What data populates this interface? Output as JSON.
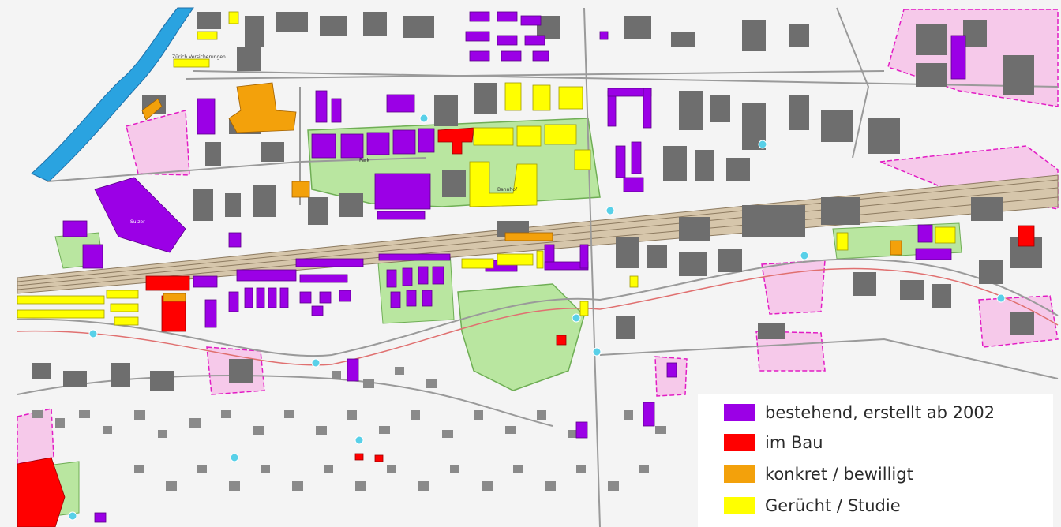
{
  "map": {
    "colors": {
      "river": "#2aa3e0",
      "purple": "#9b00e6",
      "red": "#ff0000",
      "orange": "#f3a10b",
      "yellow": "#ffff00",
      "green": "#b9e6a0",
      "pink": "#f6c9ea",
      "magenta": "#e21cc4",
      "grey": "#6e6e6e",
      "rail": "#b9a385",
      "bus": "#58d0e8"
    },
    "labels": [
      "Zürich Versicherungen",
      "Sulzer",
      "Park",
      "Bahnhof"
    ]
  },
  "legend": {
    "items": [
      {
        "label": "bestehend, erstellt ab 2002",
        "color": "#9b00e6"
      },
      {
        "label": "im Bau",
        "color": "#ff0000"
      },
      {
        "label": "konkret / bewilligt",
        "color": "#f3a10b"
      },
      {
        "label": "Gerücht / Studie",
        "color": "#ffff00"
      }
    ]
  }
}
